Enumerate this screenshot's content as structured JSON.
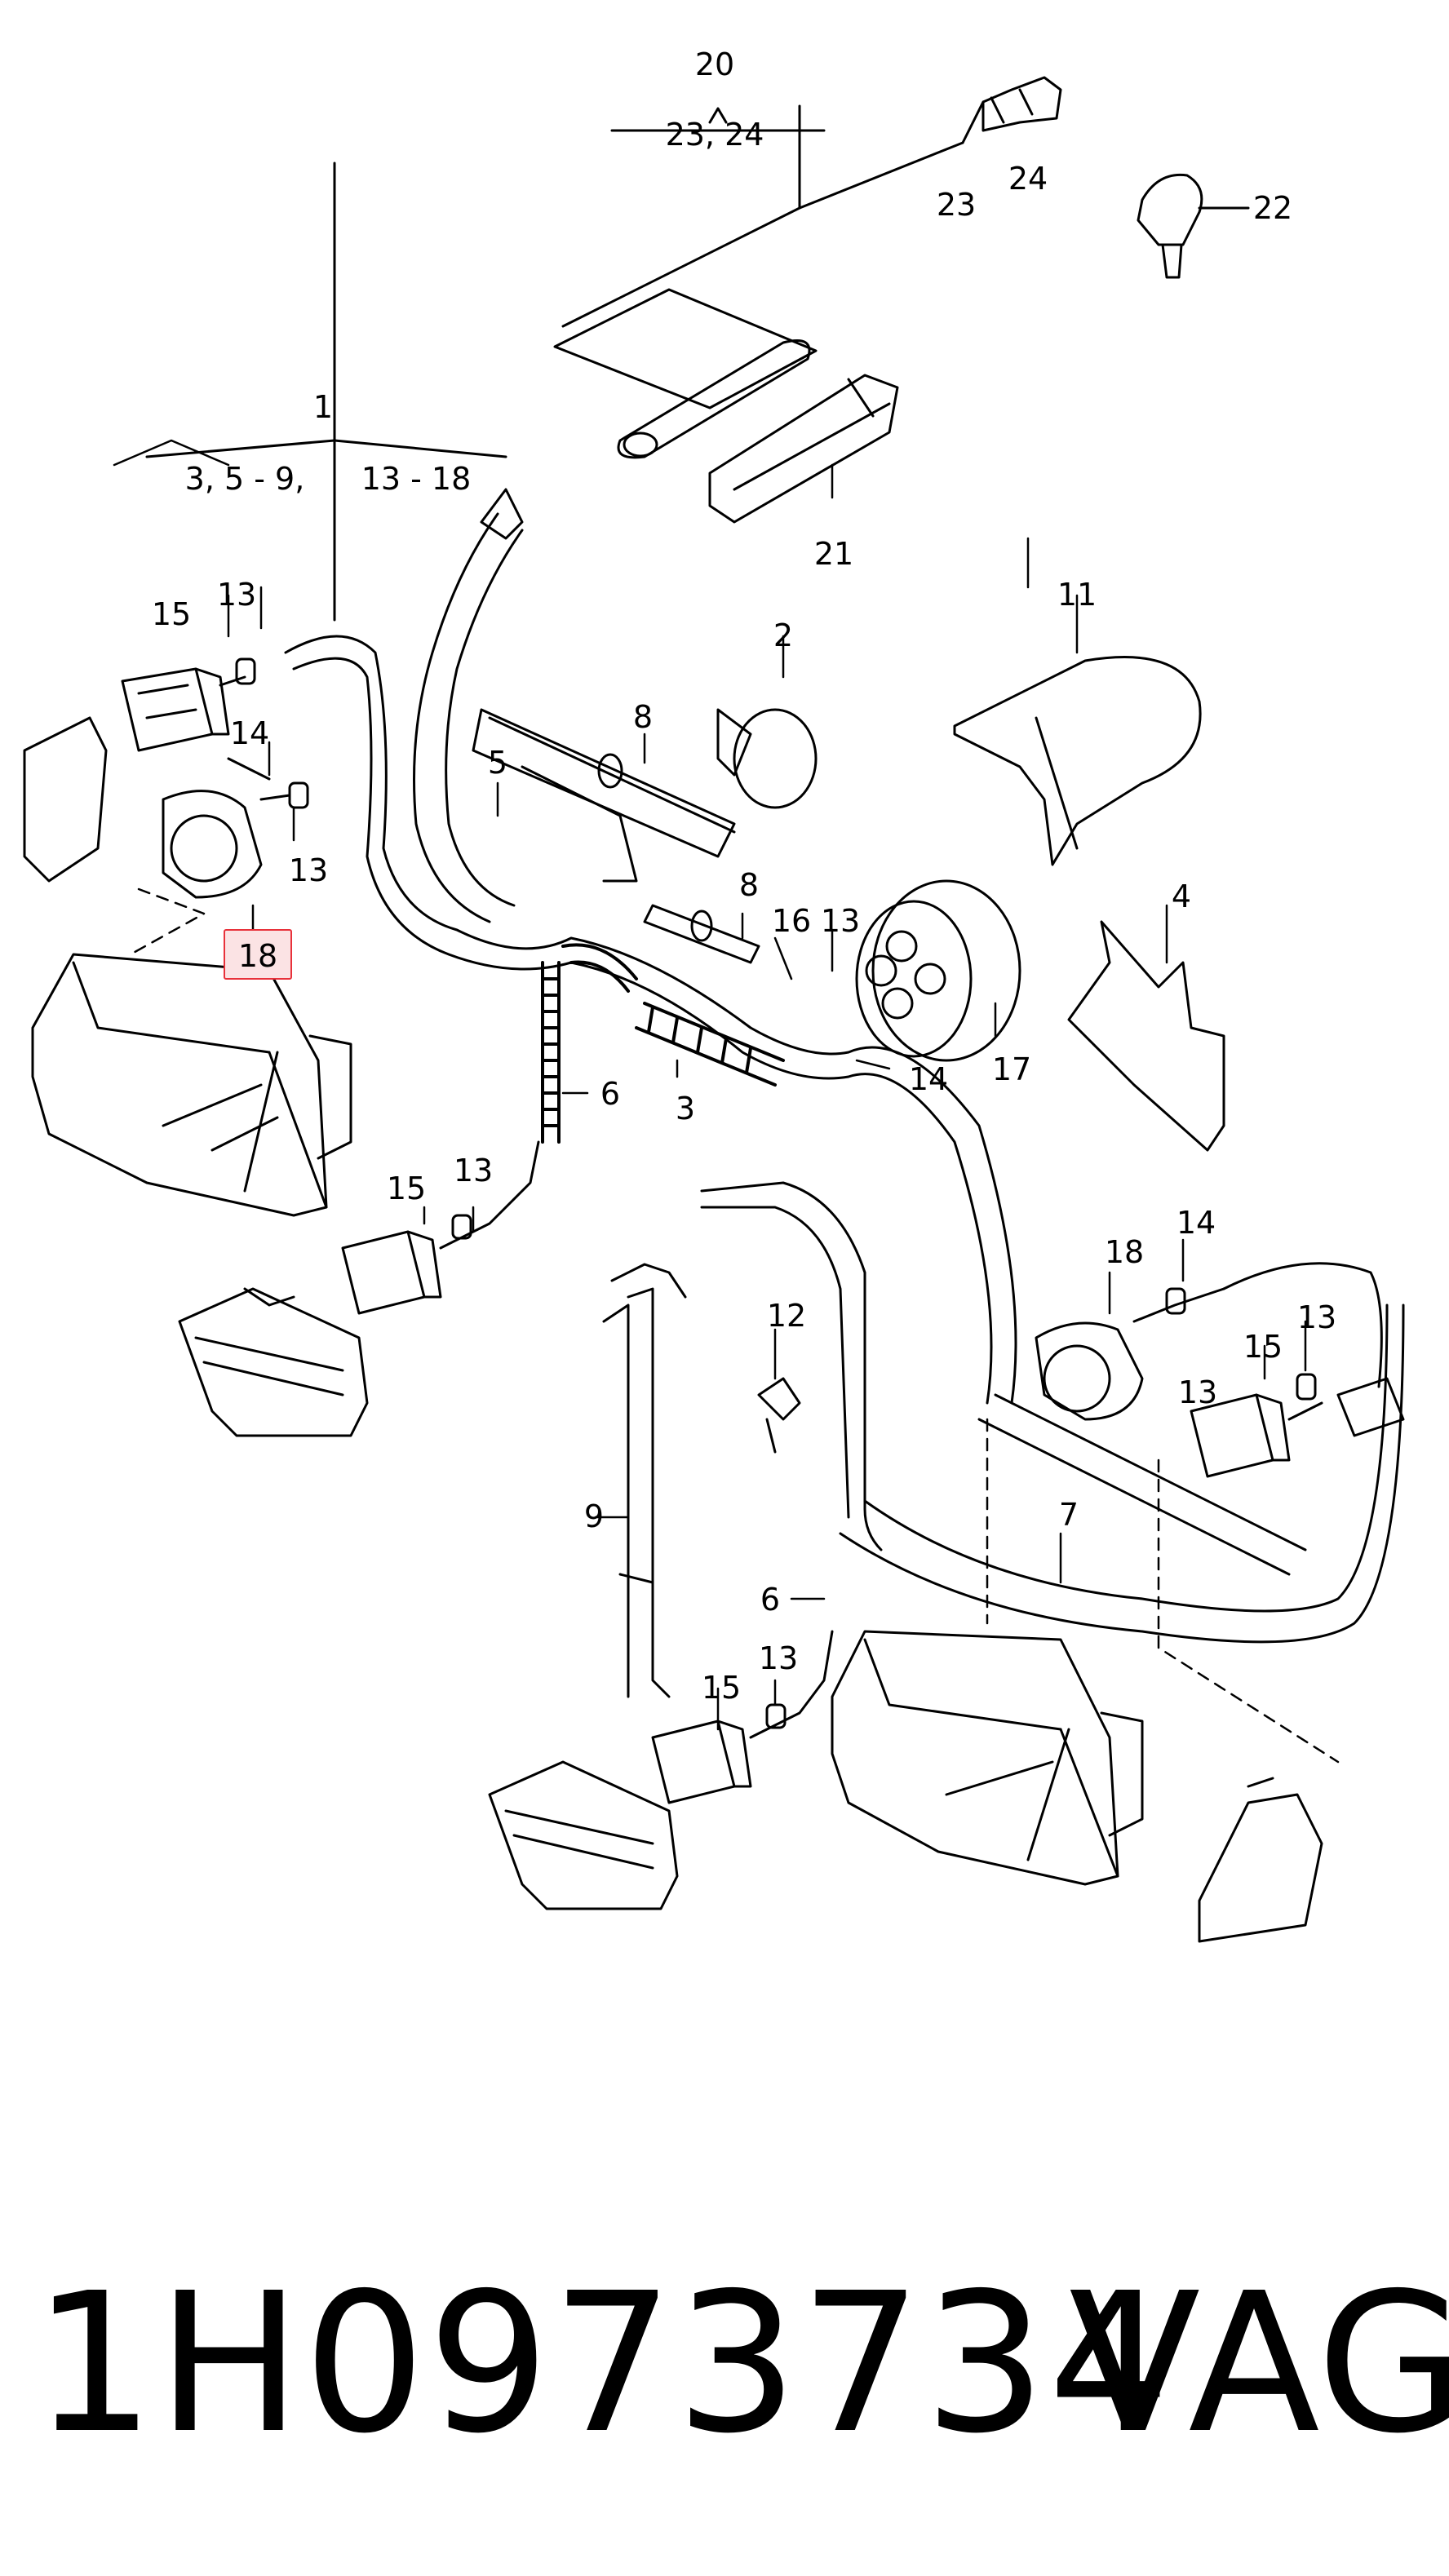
{
  "callouts": {
    "c1": "1",
    "c1_sub_a": "3, 5 - 9,",
    "c1_sub_b": "13 - 18",
    "c2": "2",
    "c3": "3",
    "c4": "4",
    "c5": "5",
    "c6a": "6",
    "c6b": "6",
    "c7": "7",
    "c8a": "8",
    "c8b": "8",
    "c9": "9",
    "c11": "11",
    "c12": "12",
    "c13a": "13",
    "c13b": "13",
    "c13c": "13",
    "c13d": "13",
    "c13e": "13",
    "c13f": "13",
    "c13g": "13",
    "c14a": "14",
    "c14b": "14",
    "c14c": "14",
    "c15a": "15",
    "c15b": "15",
    "c15c": "15",
    "c15d": "15",
    "c16": "16",
    "c17": "17",
    "c18a": "18",
    "c18b": "18",
    "c20": "20",
    "c20_sub": "23, 24",
    "c21": "21",
    "c22": "22",
    "c23": "23",
    "c24": "24"
  },
  "highlight": {
    "callout": "18",
    "color": "#e8313a",
    "fill": "#fbe3e4"
  },
  "footer": {
    "part_number": "1H0973734",
    "brand": "VAG"
  }
}
